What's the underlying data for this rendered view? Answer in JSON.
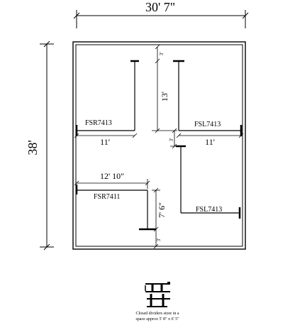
{
  "dimensions": {
    "overall_width": "30' 7\"",
    "overall_height": "38'",
    "aisle_top": "3'",
    "right_vertical": "13'",
    "right_small": "3'",
    "fsr7413_width": "11'",
    "fsl7413_width": "11'",
    "fsr7411_width": "12' 10\"",
    "vertical_bottom": "7' 6\"",
    "bottom_small": "3'"
  },
  "fixtures": {
    "fsr7413": "FSR7413",
    "fsl7413_top": "FSL7413",
    "fsr7411": "FSR7411",
    "fsl7413_bottom": "FSL7413"
  },
  "storage_note": {
    "line1": "Closed dividers store in a",
    "line2": "space approx 5' 8\" x 6' 5\""
  },
  "icon": "closed-dividers-stack-icon"
}
